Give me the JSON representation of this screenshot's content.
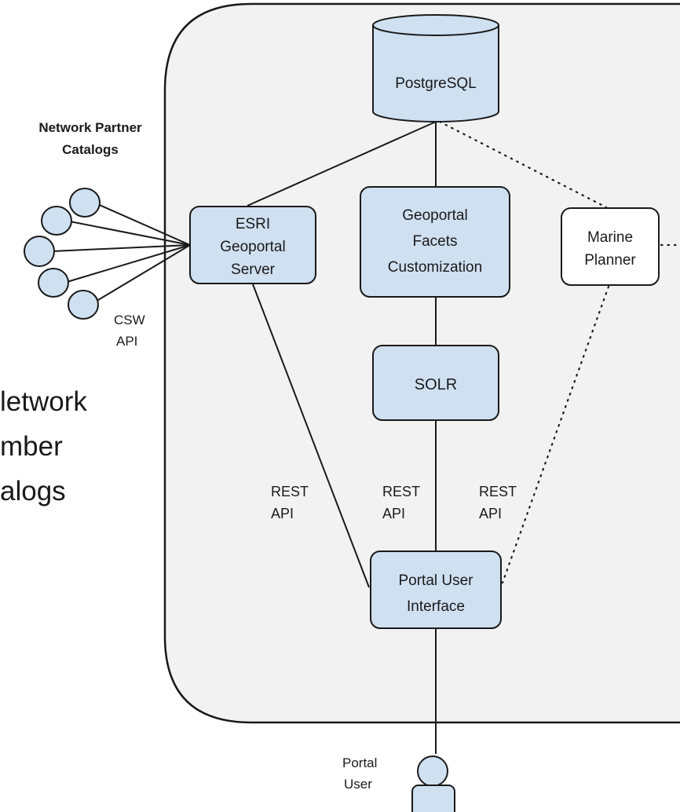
{
  "labels": {
    "network_partner_line1": "Network Partner",
    "network_partner_line2": "Catalogs",
    "csw_line1": "CSW",
    "csw_line2": "API",
    "member_line1": "letwork",
    "member_line2": "mber",
    "member_line3": "alogs",
    "rest_left_line1": "REST",
    "rest_left_line2": "API",
    "rest_mid_line1": "REST",
    "rest_mid_line2": "API",
    "rest_right_line1": "REST",
    "rest_right_line2": "API",
    "portal_user_line1": "Portal",
    "portal_user_line2": "User"
  },
  "nodes": {
    "postgresql": "PostgreSQL",
    "esri_line1": "ESRI",
    "esri_line2": "Geoportal",
    "esri_line3": "Server",
    "facets_line1": "Geoportal",
    "facets_line2": "Facets",
    "facets_line3": "Customization",
    "marine_line1": "Marine",
    "marine_line2": "Planner",
    "solr": "SOLR",
    "portal_ui_line1": "Portal User",
    "portal_ui_line2": "Interface"
  },
  "colors": {
    "box_fill": "#cfe0f1",
    "container_fill": "#f2f2f2",
    "stroke": "#1a1a1a"
  }
}
